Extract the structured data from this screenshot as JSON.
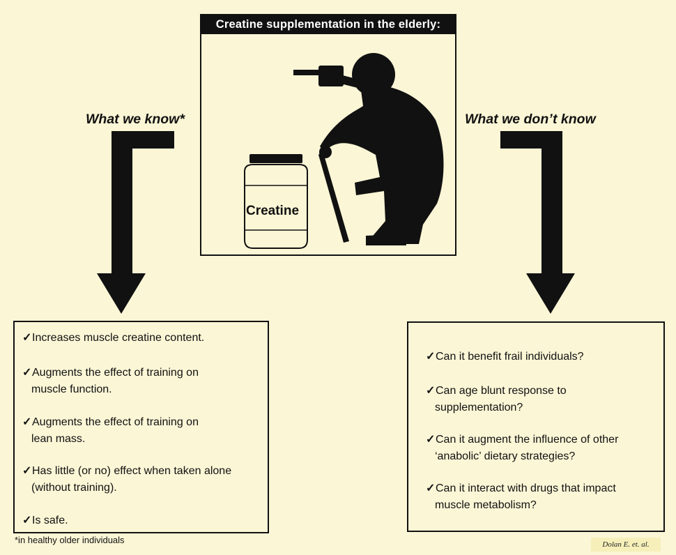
{
  "center_panel": {
    "title": "Creatine supplementation in the elderly:",
    "jar_label": "Creatine"
  },
  "left_heading": "What we know*",
  "right_heading": "What we don’t know",
  "tick": "✓",
  "known_items": [
    {
      "lines": [
        "Increases muscle creatine content."
      ]
    },
    {
      "lines": [
        "Augments the effect of training on",
        "muscle function."
      ]
    },
    {
      "lines": [
        "Augments the effect of training on",
        "lean mass."
      ]
    },
    {
      "lines": [
        "Has little (or no) effect when taken alone",
        "(without training)."
      ]
    },
    {
      "lines": [
        "Is safe."
      ]
    }
  ],
  "unknown_items": [
    {
      "lines": [
        "Can it benefit frail individuals?"
      ]
    },
    {
      "lines": [
        "Can age blunt response to",
        "supplementation?"
      ]
    },
    {
      "lines": [
        "Can it augment the influence of other",
        "‘anabolic’ dietary strategies?"
      ]
    },
    {
      "lines": [
        "Can it interact with drugs that impact",
        "muscle metabolism?"
      ]
    }
  ],
  "footnote": "*in healthy older individuals",
  "citation": "Dolan E. et. al."
}
